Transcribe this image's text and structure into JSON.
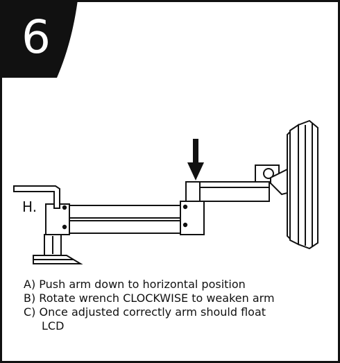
{
  "step": {
    "number": "6"
  },
  "diagram": {
    "wrench_label": "H."
  },
  "instructions": {
    "a": "A) Push arm down to horizontal position",
    "b": "B) Rotate wrench CLOCKWISE to weaken arm",
    "c1": "C) Once adjusted correctly arm should float",
    "c2": "LCD"
  }
}
